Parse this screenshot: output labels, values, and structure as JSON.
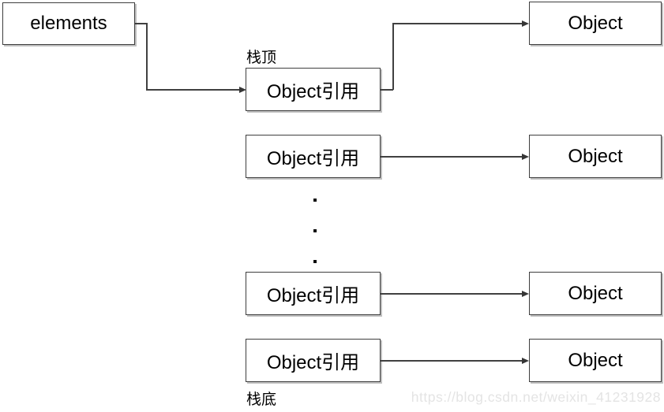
{
  "colors": {
    "background": "#ffffff",
    "box_border": "#3e3e3e",
    "connector_line": "#404040",
    "text": "#000000",
    "watermark_text": "#e4e4e4"
  },
  "nodes": {
    "elements_label": "elements",
    "refs": [
      "Object引用",
      "Object引用",
      "Object引用",
      "Object引用"
    ],
    "objects": [
      "Object",
      "Object",
      "Object",
      "Object"
    ]
  },
  "labels": {
    "stack_top": "栈顶",
    "stack_bottom": "栈底"
  },
  "ellipsis": "⋮",
  "watermark": "https://blog.csdn.net/weixin_41231928"
}
